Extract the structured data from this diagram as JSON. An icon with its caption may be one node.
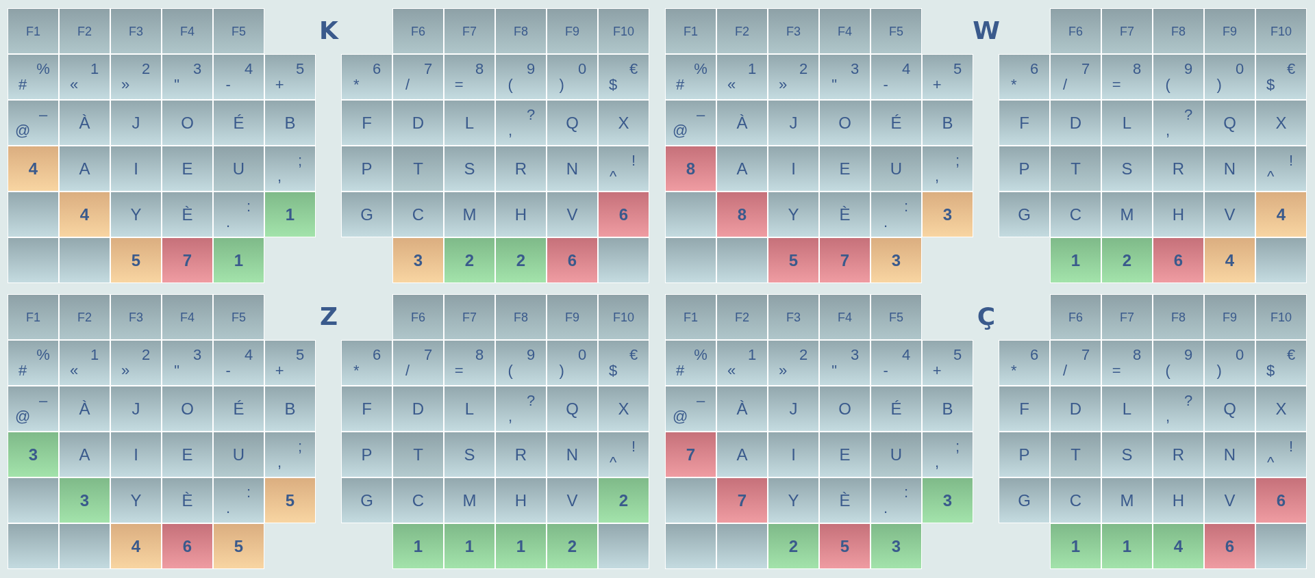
{
  "diagram": {
    "nodes": [
      {
        "text": [
          "F1"
        ]
      },
      {
        "text": [
          "F2"
        ]
      },
      {
        "text": [
          "F3"
        ]
      },
      {
        "text": [
          "F4"
        ]
      },
      {
        "text": [
          "F5"
        ]
      },
      {
        "text": [
          "F6"
        ]
      },
      {
        "text": [
          "F7"
        ]
      },
      {
        "text": [
          "F8"
        ]
      },
      {
        "text": [
          "F9"
        ]
      },
      {
        "text": [
          "F10"
        ]
      },
      {
        "text": [
          "%",
          "#"
        ]
      },
      {
        "text": [
          "1",
          "«"
        ]
      },
      {
        "text": [
          "2",
          "»"
        ]
      },
      {
        "text": [
          "3",
          "\""
        ]
      },
      {
        "text": [
          "4",
          "-"
        ]
      },
      {
        "text": [
          "5",
          "+"
        ]
      },
      {
        "text": [
          "6",
          "*"
        ]
      },
      {
        "text": [
          "7",
          "/"
        ]
      },
      {
        "text": [
          "8",
          "="
        ]
      },
      {
        "text": [
          "9",
          "("
        ]
      },
      {
        "text": [
          "0",
          ")"
        ]
      },
      {
        "text": [
          "€",
          "$"
        ]
      },
      {
        "text": [
          "–",
          "@"
        ]
      },
      {
        "text": [
          "À"
        ]
      },
      {
        "text": [
          "J"
        ]
      },
      {
        "text": [
          "O"
        ]
      },
      {
        "text": [
          "É"
        ]
      },
      {
        "text": [
          "B"
        ]
      },
      {
        "text": [
          "F"
        ]
      },
      {
        "text": [
          "D"
        ]
      },
      {
        "text": [
          "L"
        ]
      },
      {
        "text": [
          "?",
          ","
        ]
      },
      {
        "text": [
          "Q"
        ]
      },
      {
        "text": [
          "X"
        ]
      },
      {
        "text": [
          "4"
        ]
      },
      {
        "text": [
          "A"
        ]
      },
      {
        "text": [
          "I"
        ]
      },
      {
        "text": [
          "E"
        ]
      },
      {
        "text": [
          "U"
        ]
      },
      {
        "text": [
          ";",
          ","
        ]
      },
      {
        "text": [
          "P"
        ]
      },
      {
        "text": [
          "T"
        ]
      },
      {
        "text": [
          "S"
        ]
      },
      {
        "text": [
          "R"
        ]
      },
      {
        "text": [
          "N"
        ]
      },
      {
        "text": [
          "!",
          "^"
        ]
      },
      {
        "text": [],
        "shape": "box"
      },
      {
        "text": [
          "4"
        ]
      },
      {
        "text": [
          "Y"
        ]
      },
      {
        "text": [
          "È"
        ]
      },
      {
        "text": [
          ":",
          "."
        ]
      },
      {
        "text": [
          "1"
        ]
      },
      {
        "text": [
          "G"
        ]
      },
      {
        "text": [
          "C"
        ]
      },
      {
        "text": [
          "M"
        ]
      },
      {
        "text": [
          "H"
        ]
      },
      {
        "text": [
          "V"
        ]
      },
      {
        "text": [
          "6"
        ]
      },
      {
        "text": [],
        "shape": "box"
      },
      {
        "text": [],
        "shape": "box"
      },
      {
        "text": [
          "5"
        ]
      },
      {
        "text": [
          "7"
        ]
      },
      {
        "text": [
          "1"
        ]
      },
      {
        "text": [
          "3"
        ]
      },
      {
        "text": [
          "2"
        ]
      },
      {
        "text": [
          "2"
        ]
      },
      {
        "text": [
          "6"
        ]
      },
      {
        "text": [],
        "shape": "box"
      },
      {
        "text": [
          "F1"
        ]
      },
      {
        "text": [
          "F2"
        ]
      },
      {
        "text": [
          "F3"
        ]
      },
      {
        "text": [
          "F4"
        ]
      },
      {
        "text": [
          "F5"
        ]
      },
      {
        "text": [
          "F6"
        ]
      },
      {
        "text": [
          "F7"
        ]
      },
      {
        "text": [
          "F8"
        ]
      },
      {
        "text": [
          "F9"
        ]
      },
      {
        "text": [
          "F10"
        ]
      },
      {
        "text": [
          "%",
          "#"
        ]
      },
      {
        "text": [
          "1",
          "«"
        ]
      },
      {
        "text": [
          "2",
          "»"
        ]
      },
      {
        "text": [
          "3",
          "\""
        ]
      },
      {
        "text": [
          "4",
          "-"
        ]
      },
      {
        "text": [
          "5",
          "+"
        ]
      },
      {
        "text": [
          "6",
          "*"
        ]
      },
      {
        "text": [
          "7",
          "/"
        ]
      },
      {
        "text": [
          "8",
          "="
        ]
      },
      {
        "text": [
          "9",
          "("
        ]
      },
      {
        "text": [
          "0",
          ")"
        ]
      },
      {
        "text": [
          "€",
          "$"
        ]
      },
      {
        "text": [
          "–",
          "@"
        ]
      },
      {
        "text": [
          "À"
        ]
      },
      {
        "text": [
          "J"
        ]
      },
      {
        "text": [
          "O"
        ]
      },
      {
        "text": [
          "É"
        ]
      },
      {
        "text": [
          "B"
        ]
      },
      {
        "text": [
          "F"
        ]
      },
      {
        "text": [
          "D"
        ]
      },
      {
        "text": [
          "L"
        ]
      },
      {
        "text": [
          "?",
          ","
        ]
      },
      {
        "text": [
          "Q"
        ]
      },
      {
        "text": [
          "X"
        ]
      },
      {
        "text": [
          "8"
        ]
      },
      {
        "text": [
          "A"
        ]
      },
      {
        "text": [
          "I"
        ]
      },
      {
        "text": [
          "E"
        ]
      },
      {
        "text": [
          "U"
        ]
      },
      {
        "text": [
          ";",
          ","
        ]
      },
      {
        "text": [
          "P"
        ]
      },
      {
        "text": [
          "T"
        ]
      },
      {
        "text": [
          "S"
        ]
      },
      {
        "text": [
          "R"
        ]
      },
      {
        "text": [
          "N"
        ]
      },
      {
        "text": [
          "!",
          "^"
        ]
      },
      {
        "text": [],
        "shape": "box"
      },
      {
        "text": [
          "8"
        ]
      },
      {
        "text": [
          "Y"
        ]
      },
      {
        "text": [
          "È"
        ]
      },
      {
        "text": [
          ":",
          "."
        ]
      },
      {
        "text": [
          "3"
        ]
      },
      {
        "text": [
          "G"
        ]
      },
      {
        "text": [
          "C"
        ]
      },
      {
        "text": [
          "M"
        ]
      },
      {
        "text": [
          "H"
        ]
      },
      {
        "text": [
          "V"
        ]
      },
      {
        "text": [
          "4"
        ]
      },
      {
        "text": [],
        "shape": "box"
      },
      {
        "text": [],
        "shape": "box"
      },
      {
        "text": [
          "5"
        ]
      },
      {
        "text": [
          "7"
        ]
      },
      {
        "text": [
          "3"
        ]
      },
      {
        "text": [
          "1"
        ]
      },
      {
        "text": [
          "2"
        ]
      },
      {
        "text": [
          "6"
        ]
      },
      {
        "text": [
          "4"
        ]
      },
      {
        "text": [],
        "shape": "box"
      },
      {
        "text": [
          "F1"
        ]
      },
      {
        "text": [
          "F2"
        ]
      },
      {
        "text": [
          "F3"
        ]
      },
      {
        "text": [
          "F4"
        ]
      },
      {
        "text": [
          "F5"
        ]
      },
      {
        "text": [
          "F6"
        ]
      },
      {
        "text": [
          "F7"
        ]
      },
      {
        "text": [
          "F8"
        ]
      },
      {
        "text": [
          "F9"
        ]
      },
      {
        "text": [
          "F10"
        ]
      },
      {
        "text": [
          "%",
          "#"
        ]
      },
      {
        "text": [
          "1",
          "«"
        ]
      },
      {
        "text": [
          "2",
          "»"
        ]
      },
      {
        "text": [
          "3",
          "\""
        ]
      },
      {
        "text": [
          "4",
          "-"
        ]
      },
      {
        "text": [
          "5",
          "+"
        ]
      },
      {
        "text": [
          "6",
          "*"
        ]
      },
      {
        "text": [
          "7",
          "/"
        ]
      },
      {
        "text": [
          "8",
          "="
        ]
      },
      {
        "text": [
          "9",
          "("
        ]
      },
      {
        "text": [
          "0",
          ")"
        ]
      },
      {
        "text": [
          "€",
          "$"
        ]
      },
      {
        "text": [
          "–",
          "@"
        ]
      },
      {
        "text": [
          "À"
        ]
      },
      {
        "text": [
          "J"
        ]
      },
      {
        "text": [
          "O"
        ]
      },
      {
        "text": [
          "É"
        ]
      },
      {
        "text": [
          "B"
        ]
      },
      {
        "text": [
          "F"
        ]
      },
      {
        "text": [
          "D"
        ]
      },
      {
        "text": [
          "L"
        ]
      },
      {
        "text": [
          "?",
          ","
        ]
      },
      {
        "text": [
          "Q"
        ]
      },
      {
        "text": [
          "X"
        ]
      },
      {
        "text": [
          "3"
        ]
      },
      {
        "text": [
          "A"
        ]
      },
      {
        "text": [
          "I"
        ]
      },
      {
        "text": [
          "E"
        ]
      },
      {
        "text": [
          "U"
        ]
      },
      {
        "text": [
          ";",
          ","
        ]
      },
      {
        "text": [
          "P"
        ]
      },
      {
        "text": [
          "T"
        ]
      },
      {
        "text": [
          "S"
        ]
      },
      {
        "text": [
          "R"
        ]
      },
      {
        "text": [
          "N"
        ]
      },
      {
        "text": [
          "!",
          "^"
        ]
      },
      {
        "text": [],
        "shape": "box"
      },
      {
        "text": [
          "3"
        ]
      },
      {
        "text": [
          "Y"
        ]
      },
      {
        "text": [
          "È"
        ]
      },
      {
        "text": [
          ":",
          "."
        ]
      },
      {
        "text": [
          "5"
        ]
      },
      {
        "text": [
          "G"
        ]
      },
      {
        "text": [
          "C"
        ]
      },
      {
        "text": [
          "M"
        ]
      },
      {
        "text": [
          "H"
        ]
      },
      {
        "text": [
          "V"
        ]
      },
      {
        "text": [
          "2"
        ]
      },
      {
        "text": [],
        "shape": "box"
      },
      {
        "text": [],
        "shape": "box"
      },
      {
        "text": [
          "4"
        ]
      },
      {
        "text": [
          "6"
        ]
      },
      {
        "text": [
          "5"
        ]
      },
      {
        "text": [
          "1"
        ]
      },
      {
        "text": [
          "1"
        ]
      },
      {
        "text": [
          "1"
        ]
      },
      {
        "text": [
          "2"
        ]
      },
      {
        "text": [],
        "shape": "box"
      },
      {
        "text": [
          "F1"
        ]
      },
      {
        "text": [
          "F2"
        ]
      },
      {
        "text": [
          "F3"
        ]
      },
      {
        "text": [
          "F4"
        ]
      },
      {
        "text": [
          "F5"
        ]
      },
      {
        "text": [
          "F6"
        ]
      },
      {
        "text": [
          "F7"
        ]
      },
      {
        "text": [
          "F8"
        ]
      },
      {
        "text": [
          "F9"
        ]
      },
      {
        "text": [
          "F10"
        ]
      },
      {
        "text": [
          "%",
          "#"
        ]
      },
      {
        "text": [
          "1",
          "«"
        ]
      },
      {
        "text": [
          "2",
          "»"
        ]
      },
      {
        "text": [
          "3",
          "\""
        ]
      },
      {
        "text": [
          "4",
          "-"
        ]
      },
      {
        "text": [
          "5",
          "+"
        ]
      },
      {
        "text": [
          "6",
          "*"
        ]
      },
      {
        "text": [
          "7",
          "/"
        ]
      },
      {
        "text": [
          "8",
          "="
        ]
      },
      {
        "text": [
          "9",
          "("
        ]
      },
      {
        "text": [
          "0",
          ")"
        ]
      },
      {
        "text": [
          "€",
          "$"
        ]
      },
      {
        "text": [
          "–",
          "@"
        ]
      },
      {
        "text": [
          "À"
        ]
      },
      {
        "text": [
          "J"
        ]
      },
      {
        "text": [
          "O"
        ]
      },
      {
        "text": [
          "É"
        ]
      },
      {
        "text": [
          "B"
        ]
      },
      {
        "text": [
          "F"
        ]
      },
      {
        "text": [
          "D"
        ]
      },
      {
        "text": [
          "L"
        ]
      },
      {
        "text": [
          "?",
          ","
        ]
      },
      {
        "text": [
          "Q"
        ]
      },
      {
        "text": [
          "X"
        ]
      },
      {
        "text": [
          "7"
        ]
      },
      {
        "text": [
          "A"
        ]
      },
      {
        "text": [
          "I"
        ]
      },
      {
        "text": [
          "E"
        ]
      },
      {
        "text": [
          "U"
        ]
      },
      {
        "text": [
          ";",
          ","
        ]
      },
      {
        "text": [
          "P"
        ]
      },
      {
        "text": [
          "T"
        ]
      },
      {
        "text": [
          "S"
        ]
      },
      {
        "text": [
          "R"
        ]
      },
      {
        "text": [
          "N"
        ]
      },
      {
        "text": [
          "!",
          "^"
        ]
      },
      {
        "text": [],
        "shape": "box"
      },
      {
        "text": [
          "7"
        ]
      },
      {
        "text": [
          "Y"
        ]
      },
      {
        "text": [
          "È"
        ]
      },
      {
        "text": [
          ":",
          "."
        ]
      },
      {
        "text": [
          "3"
        ]
      },
      {
        "text": [
          "G"
        ]
      },
      {
        "text": [
          "C"
        ]
      },
      {
        "text": [
          "M"
        ]
      },
      {
        "text": [
          "H"
        ]
      },
      {
        "text": [
          "V"
        ]
      },
      {
        "text": [
          "6"
        ]
      },
      {
        "text": [],
        "shape": "box"
      },
      {
        "text": [],
        "shape": "box"
      },
      {
        "text": [
          "2"
        ]
      },
      {
        "text": [
          "5"
        ]
      },
      {
        "text": [
          "3"
        ]
      },
      {
        "text": [
          "1"
        ]
      },
      {
        "text": [
          "1"
        ]
      },
      {
        "text": [
          "4"
        ]
      },
      {
        "text": [
          "6"
        ]
      },
      {
        "text": [],
        "shape": "box"
      }
    ],
    "labels": [
      "K",
      "W",
      "Z",
      "Ç"
    ]
  }
}
